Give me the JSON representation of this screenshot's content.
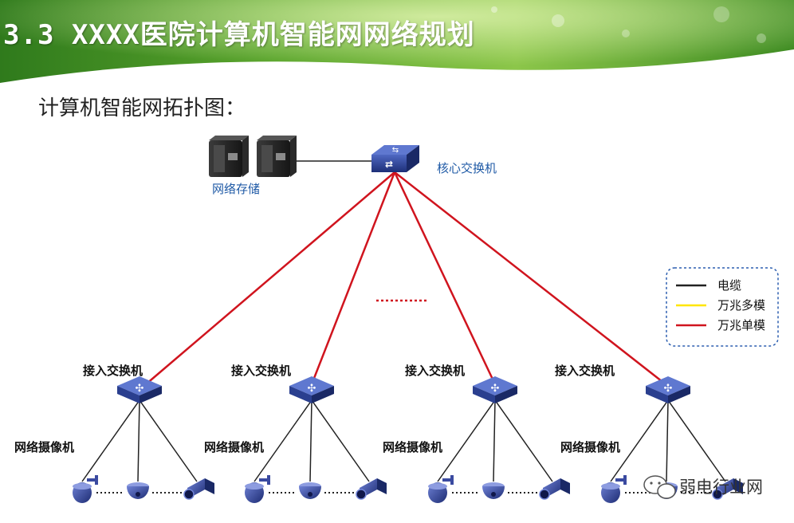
{
  "title": "3.3 XXXX医院计算机智能网网络规划",
  "subtitle": "计算机智能网拓扑图：",
  "nodes": {
    "storage_label": "网络存储",
    "core_switch_label": "核心交换机",
    "access_switches": [
      {
        "label": "接入交换机",
        "camera_label": "网络摄像机"
      },
      {
        "label": "接入交换机",
        "camera_label": "网络摄像机"
      },
      {
        "label": "接入交换机",
        "camera_label": "网络摄像机"
      },
      {
        "label": "接入交换机",
        "camera_label": "网络摄像机"
      }
    ]
  },
  "legend": {
    "items": [
      {
        "label": "电缆",
        "color": "#222222"
      },
      {
        "label": "万兆多模",
        "color": "#ffe600"
      },
      {
        "label": "万兆单模",
        "color": "#d0141e"
      }
    ]
  },
  "watermark": "弱电行业网",
  "colors": {
    "fiber": "#d0141e",
    "cable": "#222222",
    "switch": "#2a3f8f",
    "label_blue": "#1f5aa6"
  }
}
